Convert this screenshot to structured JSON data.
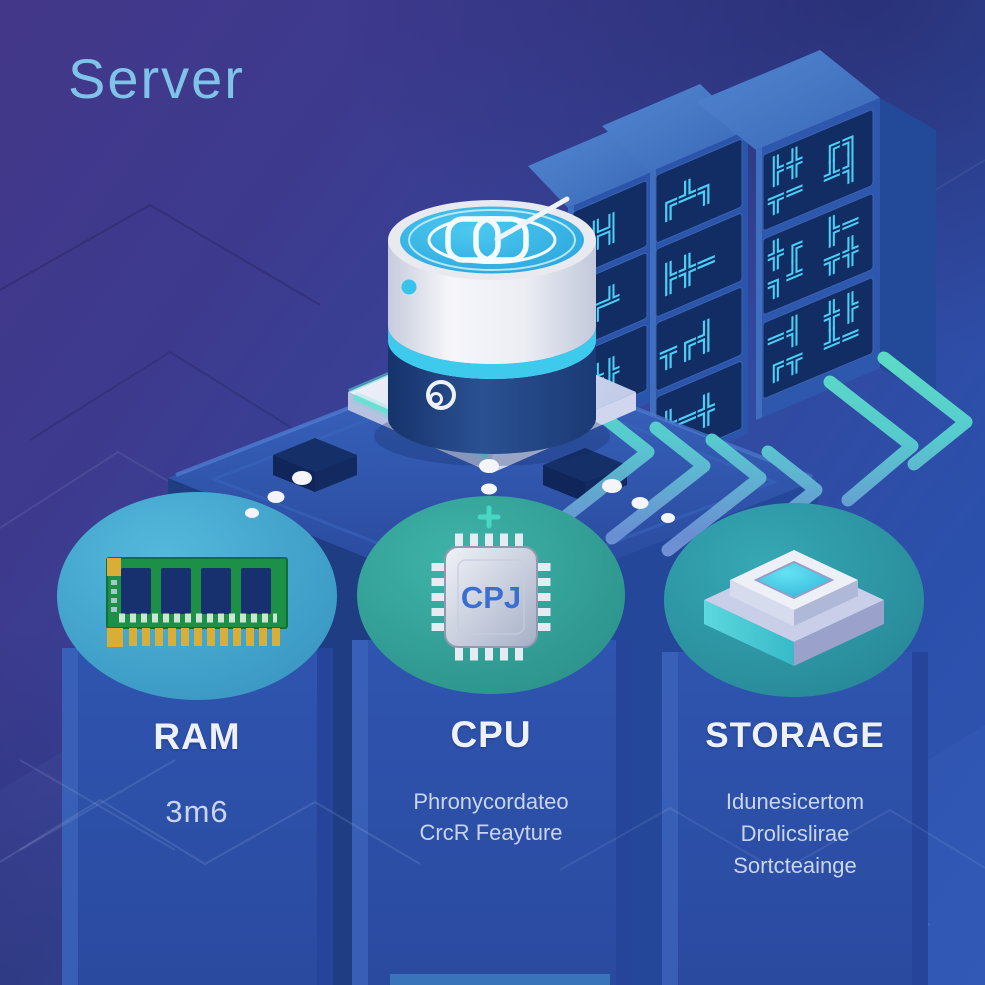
{
  "title": "Server",
  "palette": {
    "background_top_left": "#433789",
    "background_bottom_right": "#2c52ae",
    "title_color": "#7fc3e8",
    "ram_circle": "#49aed3",
    "cpu_circle": "#35a89c",
    "storage_circle": "#2d9aa8",
    "cable_teal": "#5fe2c8",
    "rack_glyph_cyan": "#4ad0f4",
    "label_white": "#eef1f9"
  },
  "components": {
    "ram": {
      "label": "RAM",
      "sublabel": "3m6"
    },
    "cpu": {
      "label": "CPU",
      "sublabel_line1": "Phronycordateo",
      "sublabel_line2": "CrcR Feayture",
      "chip_text": "CPJ"
    },
    "storage": {
      "label": "STORAGE",
      "sublabel_line1": "Idunesicertom",
      "sublabel_line2": "Drolicslirae",
      "sublabel_line3": "Sortcteainge"
    }
  },
  "racks": {
    "r1": [
      "╠╣",
      "╦╩",
      "╬╠"
    ],
    "r2": [
      "╔╩╗",
      "╠╬═",
      "╦╔╣",
      "╩═╬"
    ],
    "r3": [
      "╠╬ ╔╗",
      "╦═ ╩╣",
      "╬╔ ╠═",
      "╗╩ ╦╬",
      "═╣ ╬╠",
      "╔╦ ╩═"
    ]
  }
}
